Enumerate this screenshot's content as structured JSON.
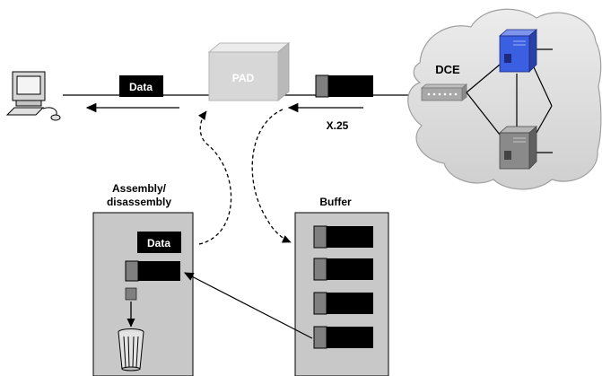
{
  "labels": {
    "data_top": "Data",
    "pad": "PAD",
    "dce": "DCE",
    "x25": "X.25",
    "assembly_line1": "Assembly/",
    "assembly_line2": "disassembly",
    "data_box": "Data",
    "buffer": "Buffer"
  },
  "colors": {
    "packet_black": "#000000",
    "packet_header": "#7f7f7f",
    "panel_fill": "#c8c8c8",
    "cloud_fill": "#dcdcdc",
    "pad_fill": "#dcdcdc",
    "switch_blue": "#3a5fe0",
    "switch_gray": "#8a8a8a"
  },
  "icons": [
    "computer-icon",
    "pad-device-icon",
    "cloud-icon",
    "dce-modem-icon",
    "switch-icon",
    "trash-can-icon"
  ]
}
